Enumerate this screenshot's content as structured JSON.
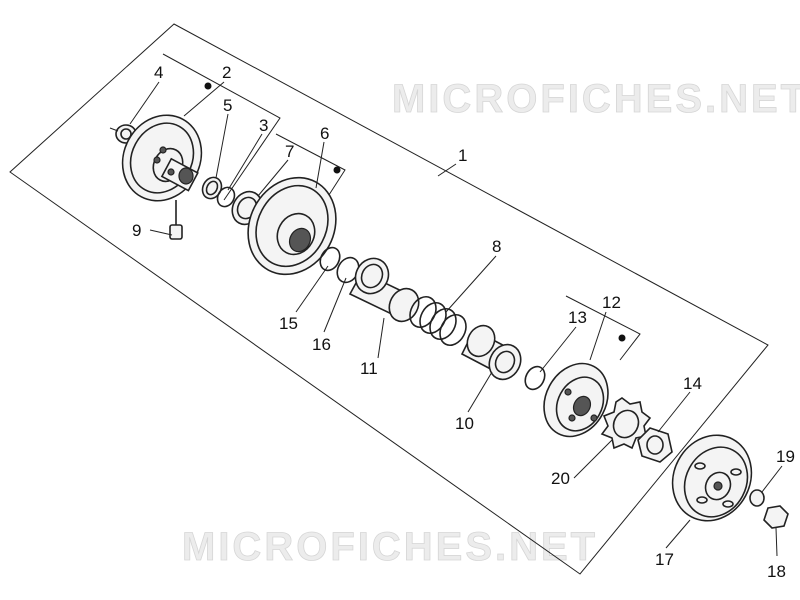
{
  "watermark": {
    "top_text": "MICROFICHES.NET",
    "bottom_text": "MICROFICHES.NET"
  },
  "callouts": {
    "c1": "1",
    "c2": "2",
    "c3": "3",
    "c4": "4",
    "c5": "5",
    "c6": "6",
    "c7": "7",
    "c8": "8",
    "c9": "9",
    "c10": "10",
    "c11": "11",
    "c12": "12",
    "c13": "13",
    "c14": "14",
    "c15": "15",
    "c16": "16",
    "c17": "17",
    "c18": "18",
    "c19": "19",
    "c20": "20"
  },
  "colors": {
    "line": "#222222",
    "watermark": "#d6d6d6",
    "background": "#ffffff"
  }
}
